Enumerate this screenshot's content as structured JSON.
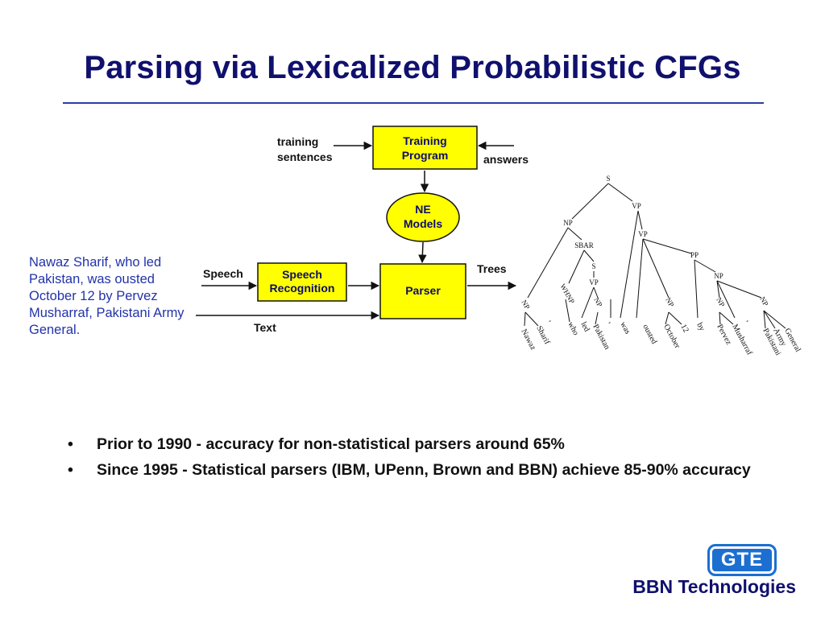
{
  "title": "Parsing via Lexicalized Probabilistic CFGs",
  "sidebar_text": "Nawaz Sharif, who led Pakistan, was ousted October 12 by Pervez Musharraf, Pakistani Army General.",
  "diagram": {
    "training_program": [
      "Training",
      "Program"
    ],
    "training_sentences": [
      "training",
      "sentences"
    ],
    "answers": "answers",
    "ne_models": [
      "NE",
      "Models"
    ],
    "speech": "Speech",
    "speech_recognition": [
      "Speech",
      "Recognition"
    ],
    "parser": "Parser",
    "text": "Text",
    "trees": "Trees"
  },
  "tree": {
    "nodes": [
      "S",
      "VP",
      "NP",
      "VP",
      "SBAR",
      "PP",
      "S",
      "NP",
      "VP"
    ],
    "rotated_nodes": [
      "NP",
      "WHNP",
      "NP",
      "NP",
      "NP",
      "NP"
    ],
    "words": [
      "Nawaz",
      "Sharif",
      ",",
      "who",
      "led",
      "Pakistan",
      ",",
      "was",
      "ousted",
      "October",
      "12",
      "by",
      "Pervez",
      "Musharraf",
      ",",
      "Pakistani",
      "Army",
      "General"
    ]
  },
  "bullets": [
    "Prior to 1990 - accuracy for non-statistical parsers around 65%",
    "Since 1995 - Statistical parsers (IBM, UPenn,  Brown and BBN) achieve 85-90% accuracy"
  ],
  "bullet_symbol": "•",
  "logo": "GTE",
  "company": "BBN Technologies"
}
